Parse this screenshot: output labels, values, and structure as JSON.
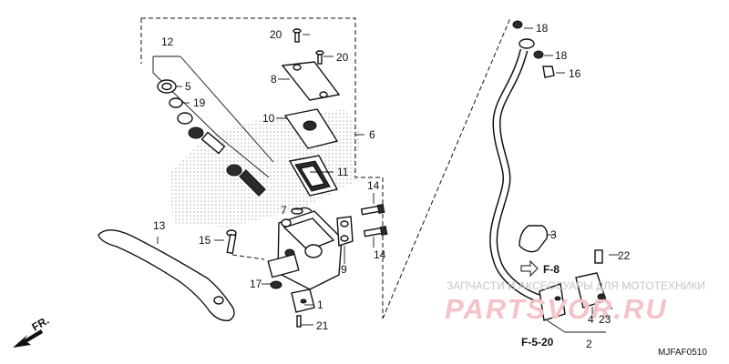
{
  "callouts": {
    "p1": "1",
    "p2": "2",
    "p3": "3",
    "p4": "4",
    "p5": "5",
    "p6": "6",
    "p7": "7",
    "p8": "8",
    "p9": "9",
    "p10": "10",
    "p11": "11",
    "p12": "12",
    "p13": "13",
    "p14a": "14",
    "p14b": "14",
    "p15": "15",
    "p16": "16",
    "p17": "17",
    "p18a": "18",
    "p18b": "18",
    "p19": "19",
    "p20a": "20",
    "p20b": "20",
    "p21": "21",
    "p22": "22",
    "p23": "23"
  },
  "references": {
    "f8": "F-8",
    "f520": "F-5-20",
    "front": "FR."
  },
  "diagram_code": "MJFAF0510",
  "watermark": {
    "line1": "ЗАПЧАСТИ И АКСЕССУАРЫ ДЛЯ МОТОТЕХНИКИ",
    "line2": "PARTSVOR.RU"
  }
}
